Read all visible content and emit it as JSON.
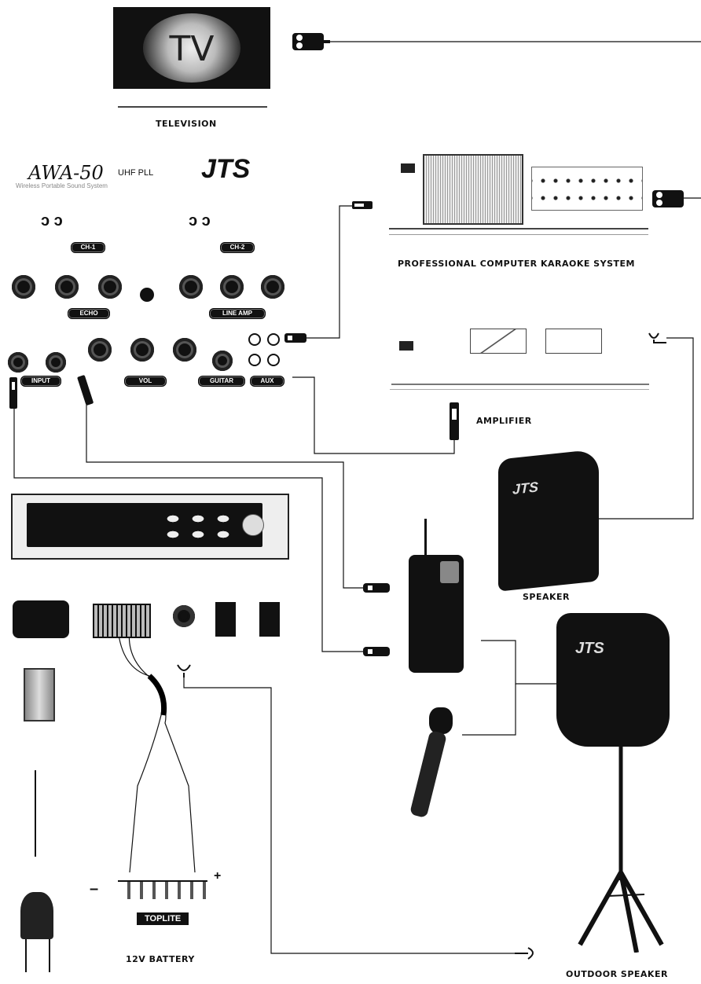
{
  "captions": {
    "television": "TELEVISION",
    "karaoke": "PROFESSIONAL COMPUTER KARAOKE SYSTEM",
    "amplifier": "AMPLIFIER",
    "speaker": "SPEAKER",
    "battery": "12V  BATTERY",
    "outdoor_speaker": "OUTDOOR SPEAKER"
  },
  "tv": {
    "screen_text": "TV"
  },
  "panel": {
    "model": "AWA-50",
    "model_suffix": "UHF PLL",
    "brand": "JTS",
    "subtitle": "Wireless Portable Sound System",
    "ch1": "CH-1",
    "ch2": "CH-2",
    "echo": "ECHO",
    "line_amp": "LINE AMP",
    "input": "INPUT",
    "vol": "VOL",
    "guitar": "GUITAR",
    "aux": "AUX"
  },
  "speaker_brand": "JTS",
  "battery": {
    "brand": "TOPLITE",
    "minus": "–",
    "plus": "+"
  }
}
